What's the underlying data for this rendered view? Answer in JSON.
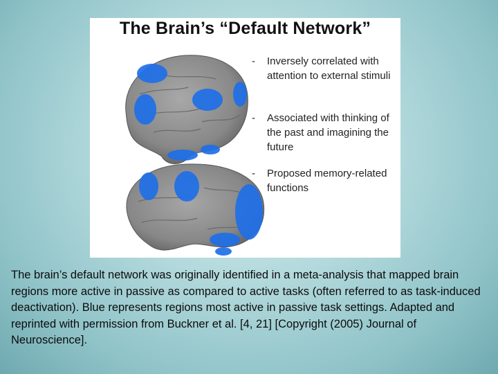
{
  "figure": {
    "title": "The Brain’s “Default Network”",
    "bullets": [
      {
        "dash": "-",
        "text": "Inversely correlated with attention to external stimuli"
      },
      {
        "dash": "-",
        "text": "Associated with thinking of the past and imagining the future"
      },
      {
        "dash": "-",
        "text": "Proposed memory-related functions"
      }
    ],
    "colors": {
      "cortex": "#8c8c8c",
      "activation": "#1f6fe8"
    }
  },
  "caption": "The brain’s default network was originally identified in a meta-analysis that mapped brain regions more active in passive as compared to active tasks (often referred to as task-induced deactivation). Blue represents regions most active in passive task settings. Adapted and reprinted with permission from Buckner et al. [4, 21] [Copyright (2005) Journal of Neuroscience]."
}
